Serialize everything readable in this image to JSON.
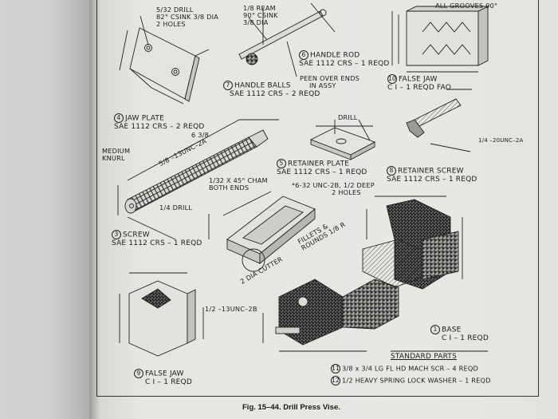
{
  "figure": {
    "caption": "Fig. 15–44. Drill Press Vise."
  },
  "parts": {
    "drill_note": [
      "5/32 DRILL",
      "82° CSINK 3/8 DIA",
      "2 HOLES"
    ],
    "ream_note": [
      "1/8 REAM",
      "90° CSINK",
      "3/8 DIA"
    ],
    "all_grooves": "ALL GROOVES 90°",
    "handle_rod": [
      "HANDLE ROD",
      "SAE 1112 CRS – 1 REQD"
    ],
    "handle_rod_num": "6",
    "peen_note": [
      "PEEN OVER ENDS",
      "IN ASSY"
    ],
    "handle_balls": [
      "HANDLE BALLS",
      "SAE 1112 CRS – 2 REQD"
    ],
    "handle_balls_num": "7",
    "false_jaw_10": [
      "FALSE JAW",
      "C I – 1 REQD FAO"
    ],
    "false_jaw_10_num": "10",
    "jaw_plate": [
      "JAW PLATE",
      "SAE 1112 CRS – 2 REQD"
    ],
    "jaw_plate_num": "4",
    "drill_small": "DRILL",
    "dim_6_3_8": "6 3/8",
    "medium_knurl": [
      "MEDIUM",
      "KNURL"
    ],
    "unc_5_8": "5/8 –13UNC–2A",
    "cham_note": [
      "1/32 X 45° CHAM",
      "BOTH ENDS"
    ],
    "drill_1_4": "1/4 DRILL",
    "screw": [
      "SCREW",
      "SAE 1112 CRS – 1 REQD"
    ],
    "screw_num": "3",
    "retainer_plate": [
      "RETAINER PLATE",
      "SAE 1112 CRS – 1 REQD"
    ],
    "retainer_plate_num": "5",
    "retainer_screw": [
      "RETAINER SCREW",
      "SAE 1112 CRS – 1 REQD"
    ],
    "retainer_screw_num": "8",
    "unc_20": "1/4 –20UNC–2A",
    "unc_6_32": [
      "*6-32 UNC-2B, 1/2 DEEP",
      "2 HOLES"
    ],
    "fillets": [
      "FILLETS &",
      "ROUNDS 1/8 R"
    ],
    "cutter": "2 DIA CUTTER",
    "unc_13_2b": "1/2 –13UNC–2B",
    "base": [
      "BASE",
      "C I – 1 REQD"
    ],
    "base_num": "1",
    "standard_parts_title": "STANDARD PARTS",
    "std_11": "3/8 x 3/4 LG FL HD MACH SCR – 4 REQD",
    "std_11_num": "11",
    "std_12": "1/2 HEAVY SPRING LOCK WASHER – 1 REQD",
    "std_12_num": "12",
    "false_jaw_9": [
      "FALSE JAW",
      "C I – 1 REQD"
    ],
    "false_jaw_9_num": "9"
  }
}
